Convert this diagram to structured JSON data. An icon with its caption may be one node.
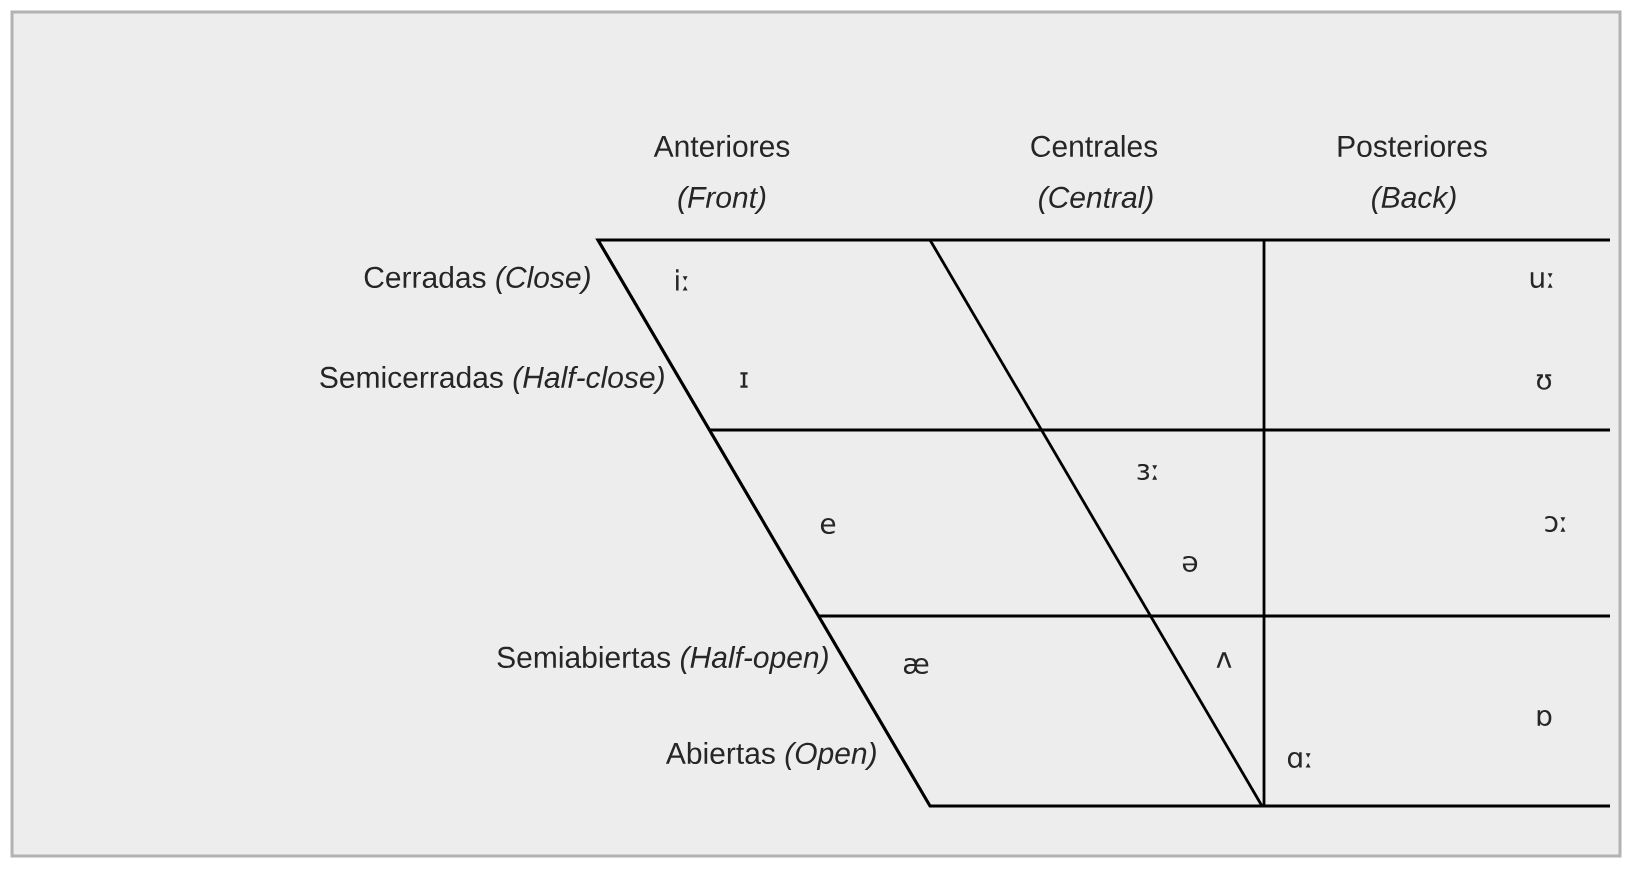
{
  "diagram": {
    "labels": [
      "Anteriores",
      "Centrales",
      "Posteriores",
      "(Front)",
      "(Central)",
      "(Back)",
      "Cerradas *(Close)*",
      "iː",
      "uː",
      "Semicerradas *(Half-close)*",
      "ɪ",
      "ʊ",
      "ɜː",
      "e",
      "ɔː",
      "ə",
      "Semiabiertas *(Half-open)*",
      "æ",
      "ʌ",
      "ɒ",
      "Abiertas *(Open)*",
      "ɑː"
    ]
  }
}
